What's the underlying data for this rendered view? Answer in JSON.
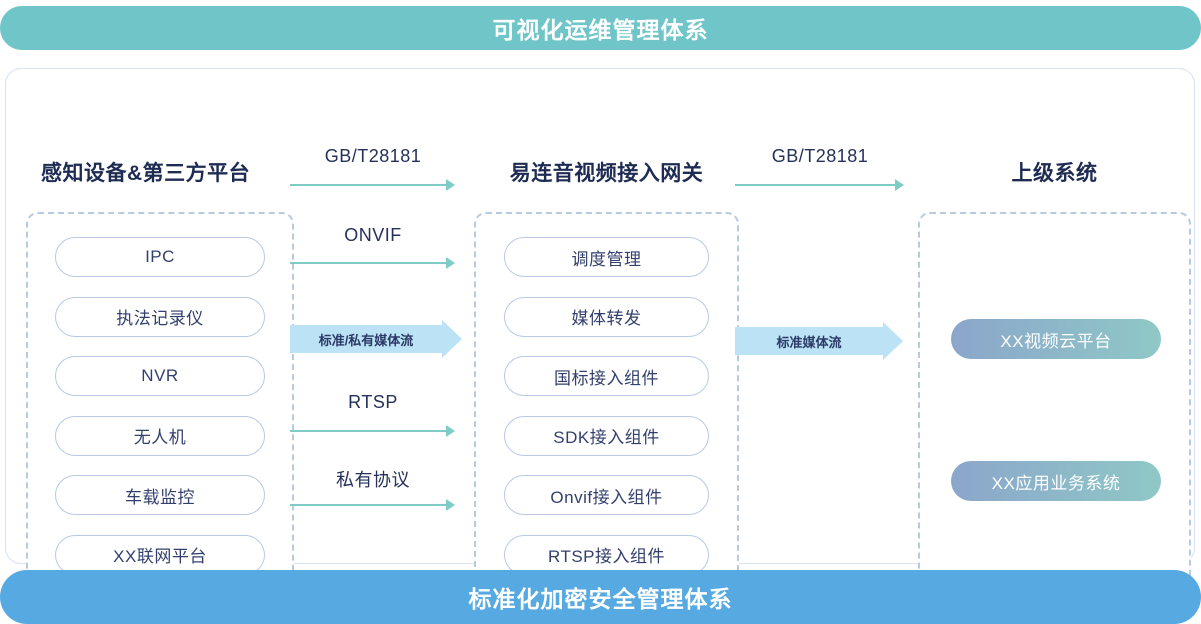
{
  "banners": {
    "top": "可视化运维管理体系",
    "bottom": "标准化加密安全管理体系"
  },
  "columns": {
    "left": {
      "title": "感知设备&第三方平台",
      "items": [
        "IPC",
        "执法记录仪",
        "NVR",
        "无人机",
        "车载监控",
        "XX联网平台"
      ]
    },
    "middle": {
      "title": "易连音视频接入网关",
      "items": [
        "调度管理",
        "媒体转发",
        "国标接入组件",
        "SDK接入组件",
        "Onvif接入组件",
        "RTSP接入组件"
      ]
    },
    "right": {
      "title": "上级系统",
      "items": [
        "XX视频云平台",
        "XX应用业务系统"
      ]
    }
  },
  "arrows": {
    "left_to_middle": [
      {
        "label": "GB/T28181",
        "type": "thin"
      },
      {
        "label": "ONVIF",
        "type": "thin"
      },
      {
        "label": "标准/私有媒体流",
        "type": "thick"
      },
      {
        "label": "RTSP",
        "type": "thin"
      },
      {
        "label": "私有协议",
        "type": "thin"
      }
    ],
    "middle_to_right": [
      {
        "label": "GB/T28181",
        "type": "thin"
      },
      {
        "label": "标准媒体流",
        "type": "thick"
      }
    ]
  },
  "colors": {
    "top_banner": "#6fc5c8",
    "bottom_banner": "#57a9e1",
    "thin_arrow": "#7fccc6",
    "thick_arrow": "#bce3f5",
    "pill_border": "#b9c9e6",
    "text_dark": "#25315a",
    "gradient_pill_start": "#8ba6cb",
    "gradient_pill_end": "#8fc8c6"
  }
}
